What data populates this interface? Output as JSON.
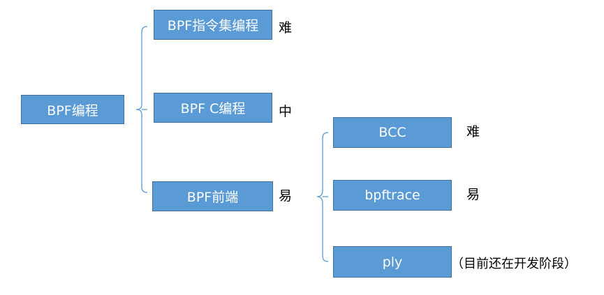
{
  "colors": {
    "node_fill": "#5b9bd5",
    "node_border": "#41719c",
    "connector": "#5b9bd5",
    "node_text": "#ffffff",
    "note_text": "#000000"
  },
  "root": {
    "label": "BPF编程"
  },
  "children": [
    {
      "label": "BPF指令集编程",
      "difficulty": "难"
    },
    {
      "label": "BPF C编程",
      "difficulty": "中"
    },
    {
      "label": "BPF前端",
      "difficulty": "易"
    }
  ],
  "frontends": [
    {
      "label": "BCC",
      "note": "难"
    },
    {
      "label": "bpftrace",
      "note": "易"
    },
    {
      "label": "ply",
      "note": "（目前还在开发阶段）"
    }
  ]
}
